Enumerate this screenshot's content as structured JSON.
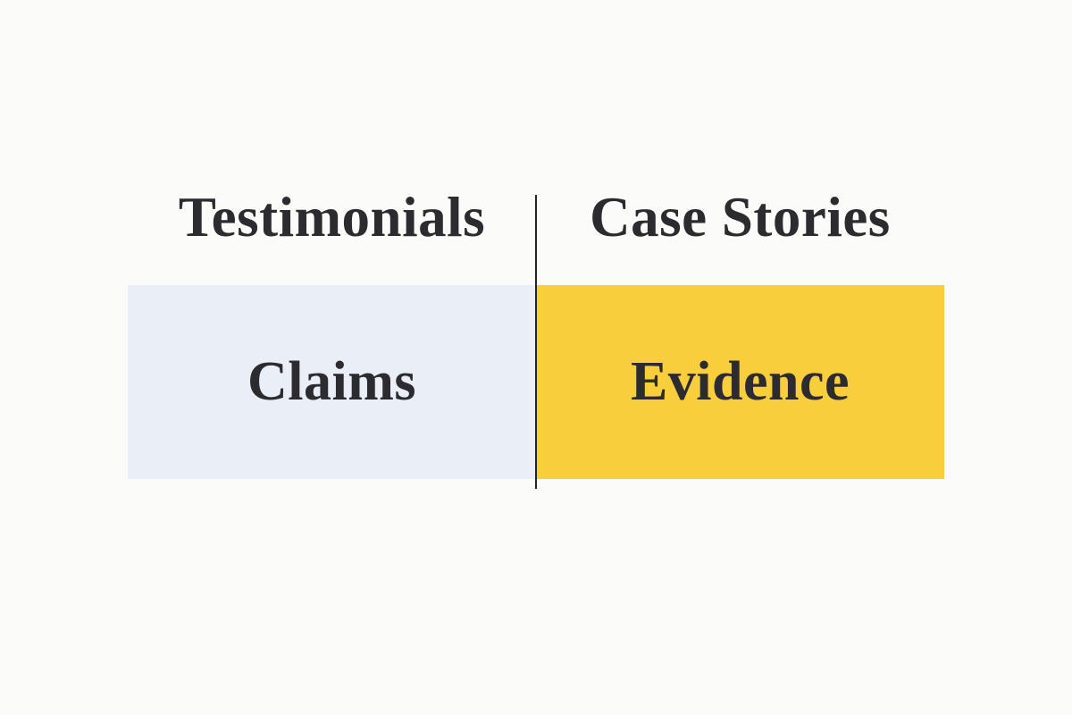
{
  "page": {
    "background_color": "#FBFBFA",
    "text_color": "#2B2B30"
  },
  "comparison": {
    "divider_color": "#232327",
    "columns": [
      {
        "header": "Testimonials",
        "label": "Claims",
        "box_color": "#E9EEF7"
      },
      {
        "header": "Case Stories",
        "label": "Evidence",
        "box_color": "#F8CE3C"
      }
    ]
  }
}
